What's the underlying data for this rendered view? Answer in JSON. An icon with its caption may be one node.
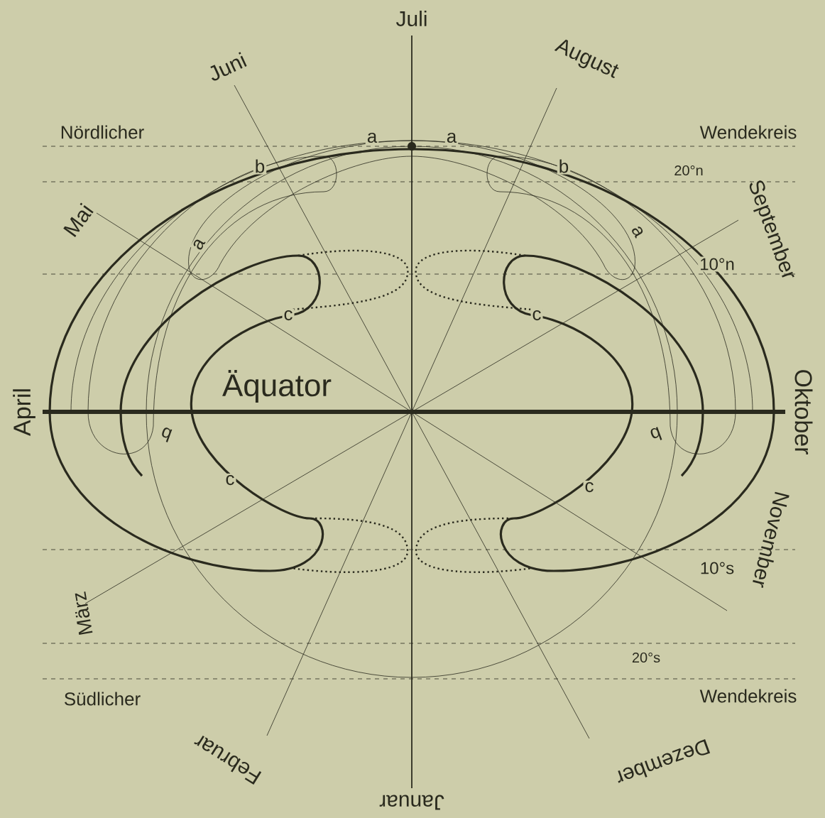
{
  "diagram": {
    "labels": [
      "Juli",
      "Juni",
      "August",
      "Nördlicher",
      "a",
      "a",
      "Wendekreis",
      "b",
      "b",
      "20°n",
      "Mai",
      "September",
      "a",
      "a",
      "c",
      "10°n",
      "c",
      "April",
      "Äquator",
      "b",
      "b",
      "Oktober",
      "c",
      "c",
      "November",
      "10°s",
      "März",
      "20°s",
      "Südlicher",
      "Wendekreis",
      "Februar",
      "Dezember",
      "Januar"
    ]
  }
}
